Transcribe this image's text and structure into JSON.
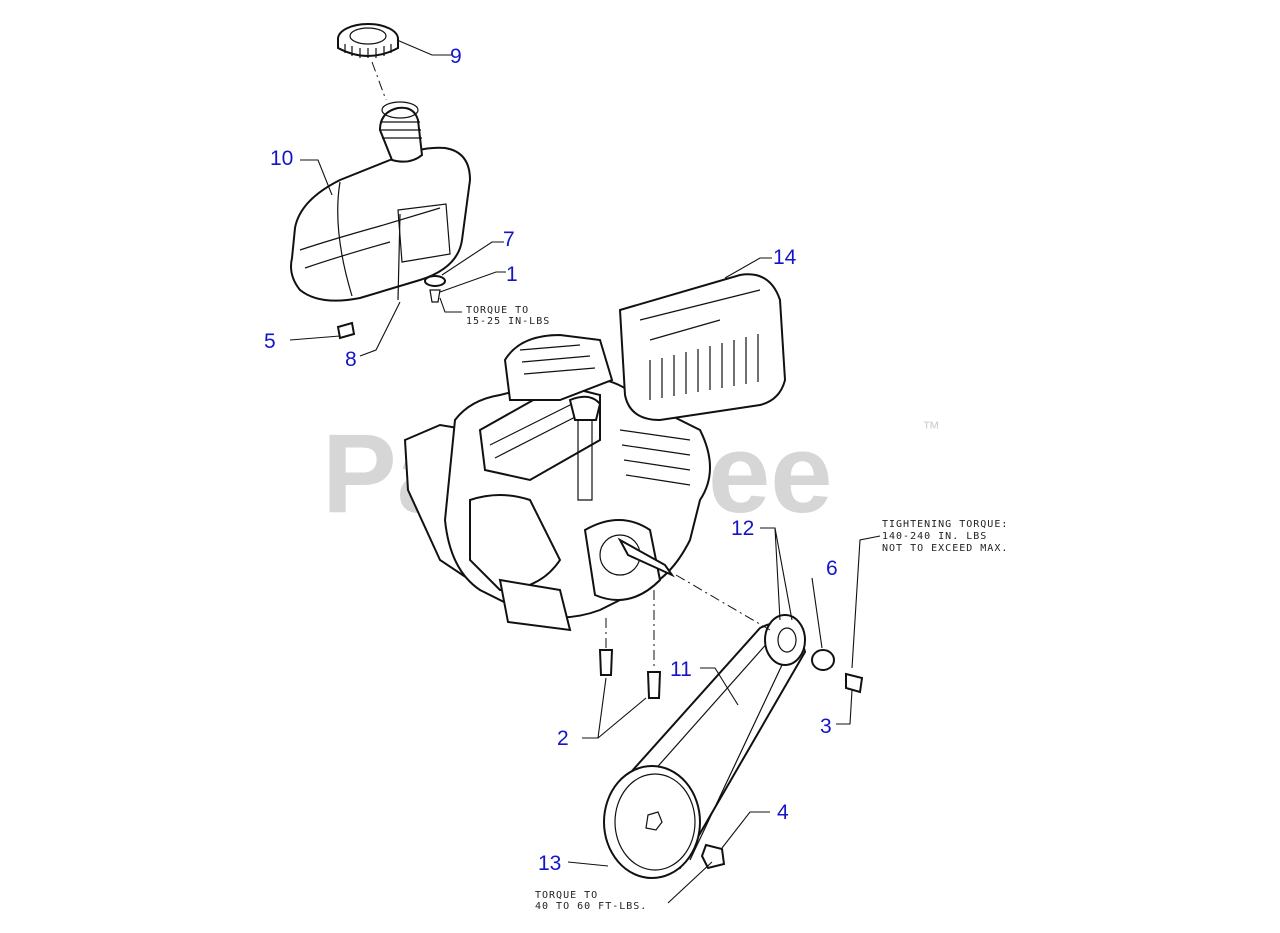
{
  "watermark": {
    "text": "PartsTree",
    "trademark": "™"
  },
  "callouts": {
    "c1": "1",
    "c2": "2",
    "c3": "3",
    "c4": "4",
    "c5": "5",
    "c6": "6",
    "c7": "7",
    "c8": "8",
    "c9": "9",
    "c10": "10",
    "c11": "11",
    "c12": "12",
    "c13": "13",
    "c14": "14"
  },
  "notes": {
    "torque_small": [
      "TORQUE TO",
      "15-25 IN-LBS"
    ],
    "tightening": [
      "TIGHTENING TORQUE:",
      "140-240 IN. LBS",
      "NOT TO EXCEED MAX."
    ],
    "torque_pulley": [
      "TORQUE TO",
      "40 TO 60 FT-LBS."
    ]
  }
}
